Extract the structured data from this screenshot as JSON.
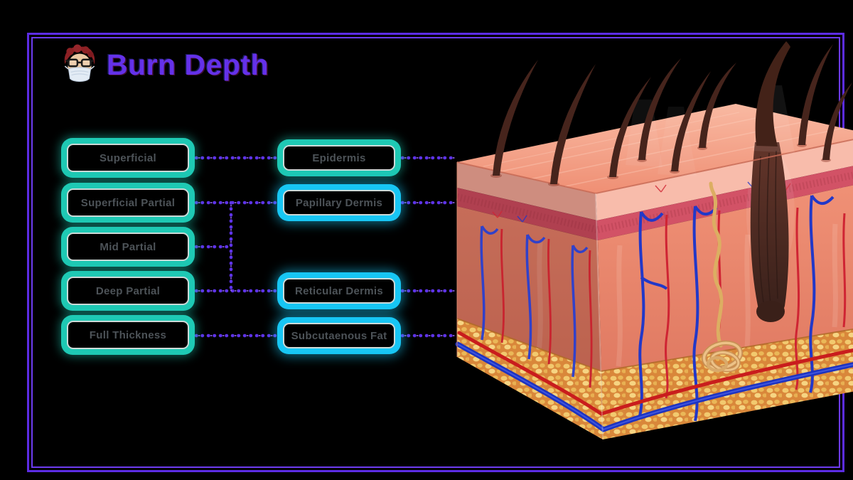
{
  "page": {
    "background_color": "#000000",
    "frame_color": "#5c2ce4"
  },
  "header": {
    "title": "Burn Depth",
    "title_color": "#6431e9",
    "avatar_icon": "man-health-worker-emoji"
  },
  "burn_levels": [
    {
      "label": "Superficial"
    },
    {
      "label": "Superficial Partial"
    },
    {
      "label": "Mid Partial"
    },
    {
      "label": "Deep Partial"
    },
    {
      "label": "Full Thickness"
    }
  ],
  "skin_layers": [
    {
      "label": "Epidermis",
      "accent": "teal"
    },
    {
      "label": "Papillary Dermis",
      "accent": "cyan"
    },
    {
      "label": "Reticular Dermis",
      "accent": "cyan"
    },
    {
      "label": "Subcutaenous Fat",
      "accent": "cyan"
    }
  ],
  "connections": [
    {
      "from": "Superficial",
      "to": "Epidermis"
    },
    {
      "from": "Superficial Partial",
      "to": "Papillary Dermis"
    },
    {
      "from": "Mid Partial",
      "to": "between Papillary Dermis and Reticular Dermis"
    },
    {
      "from": "Deep Partial",
      "to": "Reticular Dermis"
    },
    {
      "from": "Full Thickness",
      "to": "Subcutaenous Fat"
    }
  ],
  "colors": {
    "box_teal": "#1ec9b4",
    "box_cyan": "#17c6f4",
    "box_text": "#4d5358",
    "connector_purple": "#5e33e8"
  },
  "illustration": {
    "description": "3D cross-section of human skin showing hairs, hair follicle, sweat gland, blood vessels and subcutaneous fat"
  }
}
